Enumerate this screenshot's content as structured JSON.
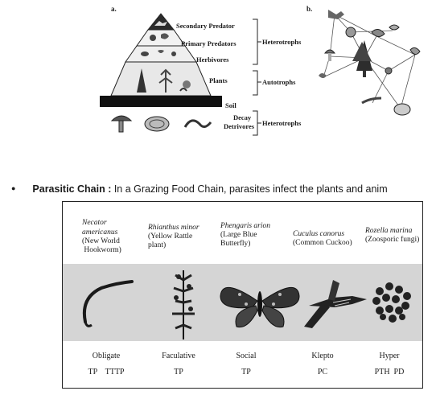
{
  "figure": {
    "panel_a_label": "a.",
    "panel_b_label": "b.",
    "pyramid_levels": [
      "Secondary Predator",
      "Primary Predators",
      "Herbivores",
      "Plants",
      "Soil"
    ],
    "decay_labels": [
      "Decay",
      "Detrivores"
    ],
    "bracket_labels": {
      "consumers": "Heterotrophs",
      "producers": "Autotrophs",
      "decomposers": "Heterotrophs"
    }
  },
  "bullet": {
    "marker": "●",
    "title": "Parasitic Chain :",
    "text": " In a Grazing Food Chain, parasites infect the plants and anim"
  },
  "parasite_table": {
    "columns": [
      {
        "scientific": [
          "Necator",
          "americanus"
        ],
        "common": [
          "(New World",
          "Hookworm)"
        ],
        "type": "Obligate",
        "abbr": "TP    TTTP",
        "icon": "hookworm-icon"
      },
      {
        "scientific": [
          "Rhianthus minor"
        ],
        "common": [
          "(Yellow Rattle",
          "plant)"
        ],
        "type": "Faculative",
        "abbr": "TP",
        "icon": "yellow-rattle-plant-icon"
      },
      {
        "scientific": [
          "Phengaris arion"
        ],
        "common": [
          "(Large Blue",
          "Butterfly)"
        ],
        "type": "Social",
        "abbr": "TP",
        "icon": "butterfly-icon"
      },
      {
        "scientific": [
          "Cuculus canorus"
        ],
        "common": [
          "(Common Cuckoo)"
        ],
        "type": "Klepto",
        "abbr": "PC",
        "icon": "cuckoo-icon"
      },
      {
        "scientific": [
          "Rozella marina"
        ],
        "common": [
          "(Zoosporic fungi)"
        ],
        "type": "Hyper",
        "abbr": "PTH  PD",
        "icon": "zoosporic-fungi-icon"
      }
    ]
  }
}
